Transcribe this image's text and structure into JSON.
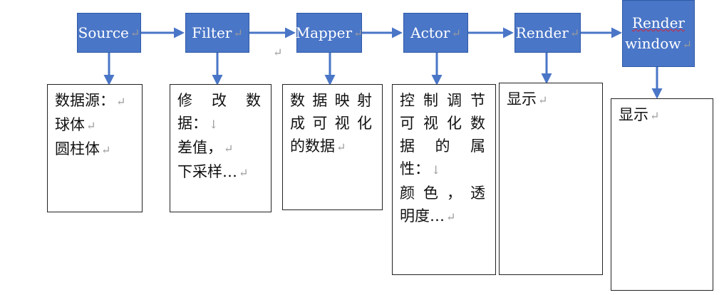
{
  "stages": [
    {
      "label": "Source",
      "mark": "↵"
    },
    {
      "label": "Filter",
      "mark": "↵"
    },
    {
      "label": "Mapper",
      "mark": "↵"
    },
    {
      "label": "Actor",
      "mark": "↵"
    },
    {
      "label": "Render",
      "mark": "↵"
    },
    {
      "label": "Render",
      "label2": "window",
      "mark": "↵"
    }
  ],
  "stray_mark": "↵",
  "descriptions": [
    {
      "lines": [
        "数据源：↵",
        "球体↵",
        "圆柱体↵"
      ]
    },
    {
      "lines": [
        "修 改 数",
        "据：↓",
        "差值，↵",
        "下采样…↵"
      ]
    },
    {
      "lines": [
        "数据映射",
        "成可视化",
        "的数据↵"
      ]
    },
    {
      "lines": [
        "控制调节",
        "可视化数",
        "据 的 属",
        "性：↓",
        "颜色，透",
        "明度…↵"
      ]
    },
    {
      "lines": [
        "显示↵"
      ]
    },
    {
      "lines": [
        "显示↵"
      ]
    }
  ],
  "colors": {
    "box_fill": "#4a76c7",
    "arrow": "#4a76c7"
  }
}
